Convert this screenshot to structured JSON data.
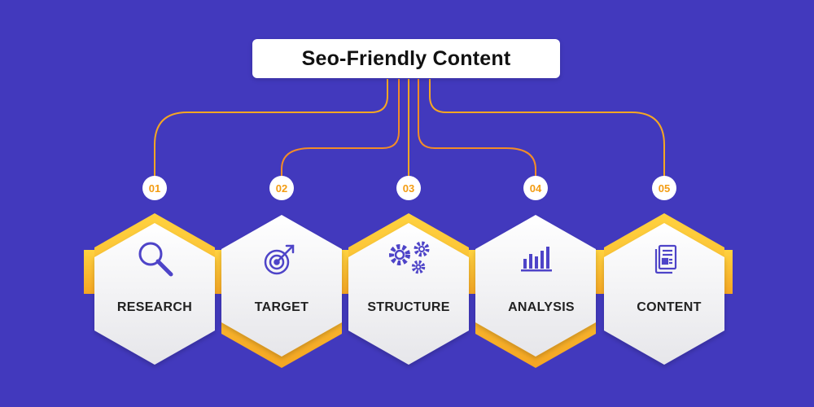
{
  "title": "Seo-Friendly Content",
  "colors": {
    "background": "#4239bd",
    "accent_orange": "#f5a623",
    "accent_yellow": "#ffc52b",
    "icon": "#4e44c8"
  },
  "steps": [
    {
      "number": "01",
      "label": "RESEARCH",
      "icon": "magnifier-icon"
    },
    {
      "number": "02",
      "label": "TARGET",
      "icon": "target-icon"
    },
    {
      "number": "03",
      "label": "STRUCTURE",
      "icon": "gears-icon"
    },
    {
      "number": "04",
      "label": "ANALYSIS",
      "icon": "bar-chart-icon"
    },
    {
      "number": "05",
      "label": "CONTENT",
      "icon": "document-icon"
    }
  ]
}
